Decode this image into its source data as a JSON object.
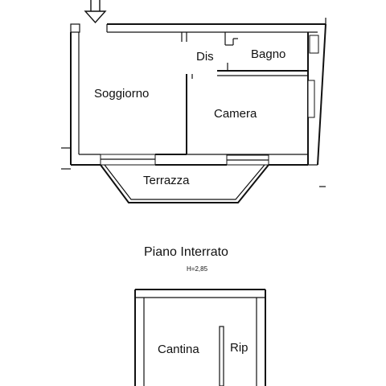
{
  "rooms": {
    "soggiorno": "Soggiorno",
    "dis": "Dis",
    "bagno": "Bagno",
    "camera": "Camera",
    "terrazza": "Terrazza",
    "cantina": "Cantina",
    "rip": "Rip"
  },
  "basement": {
    "title": "Piano Interrato",
    "height": "H=2,85"
  },
  "icons": {
    "entrance": "arrow-down-icon"
  }
}
